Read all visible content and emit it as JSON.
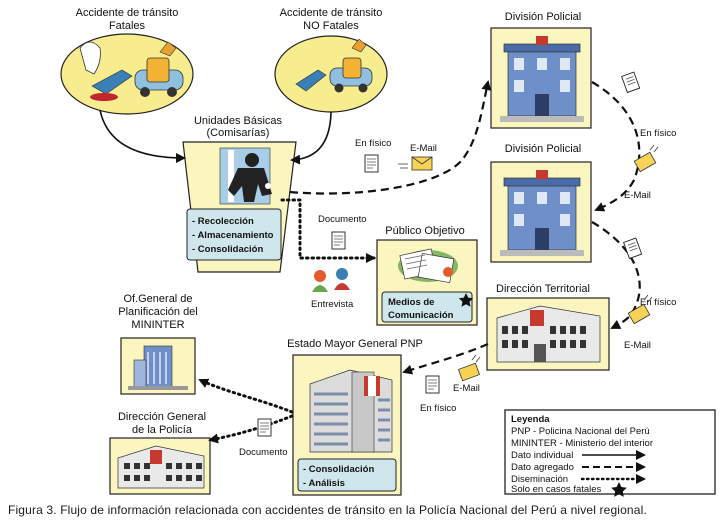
{
  "nodes": {
    "fatal": {
      "label_line1": "Accidente de tránsito",
      "label_line2": "Fatales"
    },
    "nonfatal": {
      "label_line1": "Accidente de tránsito",
      "label_line2": "NO Fatales"
    },
    "unidades": {
      "label_line1": "Unidades Básicas",
      "label_line2": "(Comisarías)",
      "tasks": [
        "- Recolección",
        "- Almacenamiento",
        "- Consolidación"
      ]
    },
    "division1": {
      "label": "División Policial"
    },
    "division2": {
      "label": "División Policial"
    },
    "publico": {
      "label": "Público Objetivo",
      "box_line1": "Medios de",
      "box_line2": "Comunicación"
    },
    "direccion_territorial": {
      "label": "Dirección Territorial"
    },
    "estado_mayor": {
      "label": "Estado Mayor General PNP",
      "tasks": [
        "- Consolidación",
        "- Análisis"
      ]
    },
    "ofgeneral": {
      "label_line1": "Of.General de",
      "label_line2": "Planificación del",
      "label_line3": "MININTER"
    },
    "direccion_general": {
      "label_line1": "Dirección General",
      "label_line2": "de la Policía"
    }
  },
  "edge_labels": {
    "en_fisico_1": "En físico",
    "email_1": "E-Mail",
    "en_fisico_2": "En físico",
    "email_2": "E-Mail",
    "en_fisico_3": "En físico",
    "email_3": "E-Mail",
    "email_4": "E-Mail",
    "en_fisico_4": "En físico",
    "documento_1": "Documento",
    "entrevista": "Entrevista",
    "documento_2": "Documento"
  },
  "legend": {
    "title": "Leyenda",
    "line1": "PNP - Policina Nacional del Perú",
    "line2": "MININTER - Ministerio del interior",
    "dato_individual": "Dato individual",
    "dato_agregado": "Dato agregado",
    "diseminacion": "Diseminación",
    "solo_fatales": "Solo en casos fatales"
  },
  "caption": "Figura 3. Flujo de información relacionada con accidentes de tránsito en la Policía Nacional del Perú a nivel regional.",
  "colors": {
    "ellipse_fill": "#f7ec8e",
    "box_fill": "#fbf5c0",
    "task_fill": "#cfe6ec",
    "building_blue": "#6f8fc8",
    "arrow": "#111111"
  }
}
